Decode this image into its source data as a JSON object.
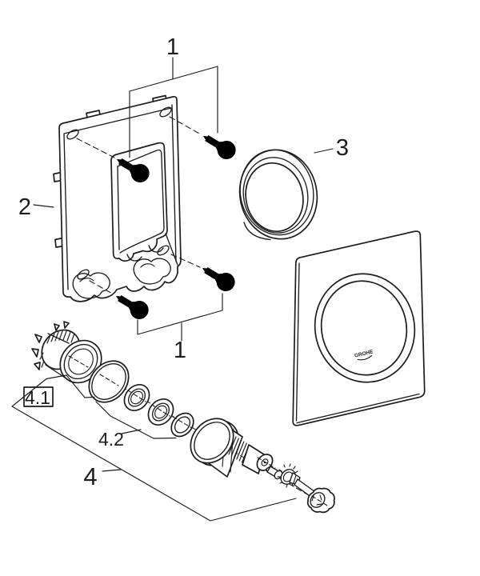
{
  "diagram": {
    "labels": {
      "screws_top": "1",
      "frame": "2",
      "seal_ring": "3",
      "screws_bottom": "1",
      "cap_group": "4.1",
      "washer_group": "4.2",
      "valve_assembly": "4"
    },
    "plate_logo_text": "GROHE",
    "colors": {
      "line": "#1d1d1b",
      "background": "#ffffff"
    }
  }
}
